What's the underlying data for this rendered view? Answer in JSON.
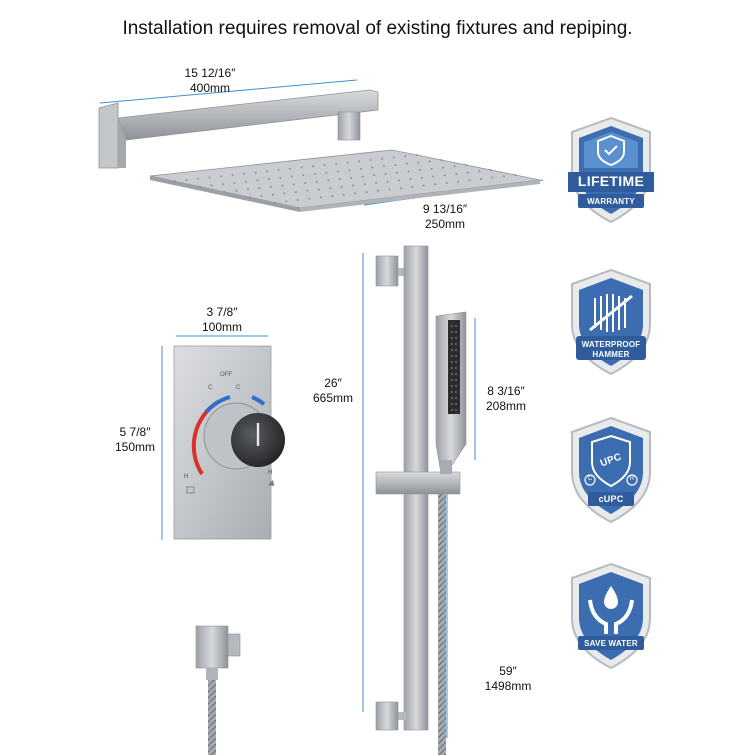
{
  "headline": "Installation requires removal of existing fixtures and repiping.",
  "dimensions": {
    "arm": {
      "inch": "15 12/16″",
      "mm": "400mm"
    },
    "head": {
      "inch": "9 13/16″",
      "mm": "250mm"
    },
    "plate_width": {
      "inch": "3 7/8″",
      "mm": "100mm"
    },
    "plate_height": {
      "inch": "5 7/8″",
      "mm": "150mm"
    },
    "bar": {
      "inch": "26″",
      "mm": "665mm"
    },
    "handheld": {
      "inch": "8 3/16″",
      "mm": "208mm"
    },
    "hose": {
      "inch": "59″",
      "mm": "1498mm"
    }
  },
  "valve": {
    "off": "OFF",
    "cold_left": "C",
    "cold_right": "C",
    "hot_left": "H",
    "hot_right": "H"
  },
  "badges": [
    {
      "top": "LIFETIME",
      "bottom": "WARRANTY",
      "icon": "shield-check-icon"
    },
    {
      "line1": "WATERPROOF",
      "line2": "HAMMER",
      "icon": "shower-lines-icon"
    },
    {
      "mark": "UPC",
      "c_left": "C",
      "r_right": "R",
      "label": "cUPC",
      "icon": "upc-shield-icon"
    },
    {
      "label": "SAVE WATER",
      "icon": "water-hands-icon"
    }
  ],
  "colors": {
    "metal": "#b9bcc0",
    "blue_line": "#3f8fd6",
    "badge_blue": "#3b6db0",
    "hot": "#d8312c",
    "cold": "#2f6fd0"
  }
}
